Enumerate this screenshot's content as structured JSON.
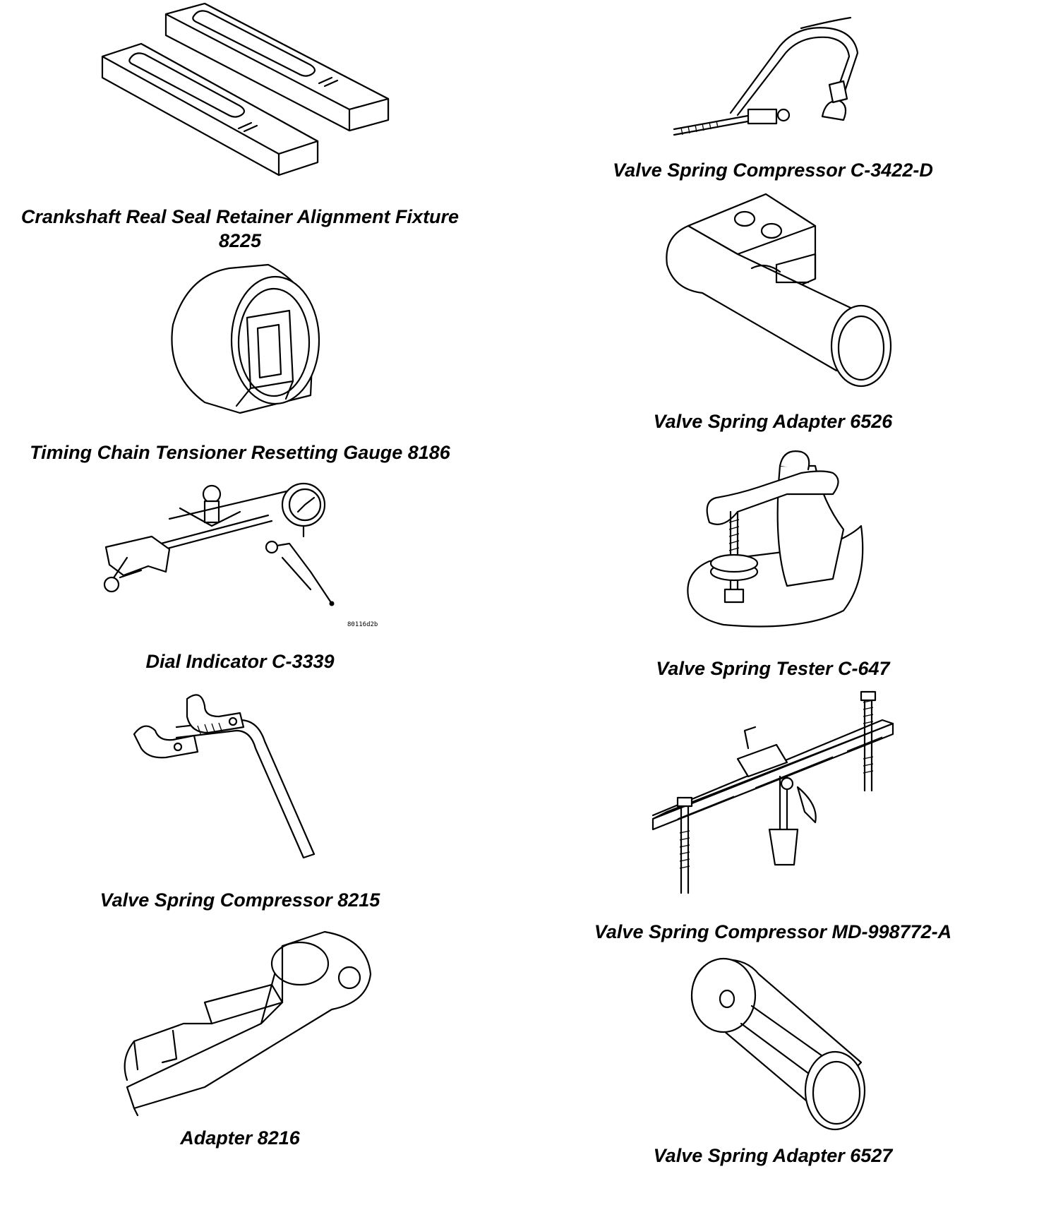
{
  "tools": {
    "t1": {
      "caption": "Crankshaft Real Seal Retainer Alignment Fixture",
      "caption2": "8225",
      "icon": "alignment-fixture-icon"
    },
    "t2": {
      "caption": "Timing Chain Tensioner Resetting Gauge 8186",
      "icon": "resetting-gauge-icon"
    },
    "t3": {
      "caption": "Dial Indicator C-3339",
      "icon": "dial-indicator-icon",
      "figure_code": "80116d2b"
    },
    "t4": {
      "caption": "Valve Spring Compressor 8215",
      "icon": "valve-spring-compressor-icon"
    },
    "t5": {
      "caption": "Adapter 8216",
      "icon": "adapter-icon"
    },
    "t6": {
      "caption": "Valve Spring Compressor C-3422-D",
      "icon": "c-clamp-compressor-icon"
    },
    "t7": {
      "caption": "Valve Spring Adapter 6526",
      "icon": "valve-spring-adapter-icon"
    },
    "t8": {
      "caption": "Valve Spring Tester C-647",
      "icon": "spring-tester-icon"
    },
    "t9": {
      "caption": "Valve Spring Compressor MD-998772-A",
      "icon": "bridge-compressor-icon"
    },
    "t10": {
      "caption": "Valve Spring Adapter 6527",
      "icon": "cylinder-adapter-icon"
    }
  }
}
